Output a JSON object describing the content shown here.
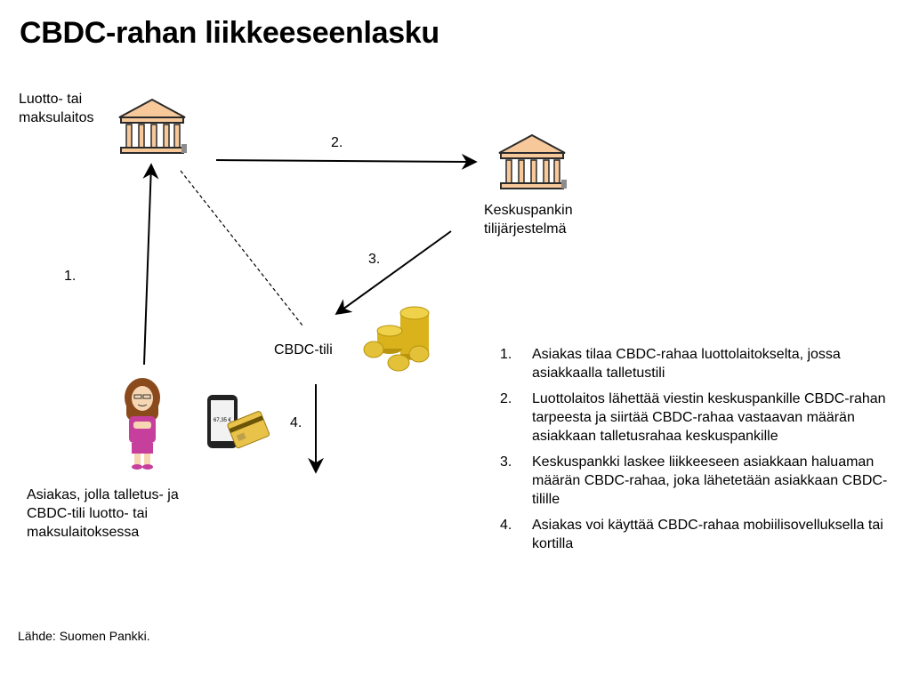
{
  "title": "CBDC-rahan liikkeeseenlasku",
  "nodes": {
    "bank": "Luotto- tai maksulaitos",
    "central_bank": "Keskuspankin tilijärjestelmä",
    "cbdc_account": "CBDC-tili",
    "customer": "Asiakas, jolla talletus- ja CBDC-tili luotto- tai maksulaitoksessa"
  },
  "arrows": {
    "a1": "1.",
    "a2": "2.",
    "a3": "3.",
    "a4": "4."
  },
  "phone_amount": "67,35 €",
  "steps": [
    {
      "num": "1.",
      "text": "Asiakas tilaa CBDC-rahaa luottolaitokselta, jossa asiakkaalla talletustili"
    },
    {
      "num": "2.",
      "text": "Luottolaitos lähettää viestin keskuspankille CBDC-rahan tarpeesta ja siirtää CBDC-rahaa vastaavan määrän asiakkaan talletusrahaa keskuspankille"
    },
    {
      "num": "3.",
      "text": "Keskuspankki laskee liikkeeseen asiakkaan haluaman määrän CBDC-rahaa, joka lähetetään asiakkaan CBDC-tilille"
    },
    {
      "num": "4.",
      "text": "Asiakas voi käyttää CBDC-rahaa mobiilisovelluksella tai kortilla"
    }
  ],
  "source": "Lähde: Suomen Pankki.",
  "colors": {
    "bank_fill": "#f7c89a",
    "bank_stroke": "#2b2b2b",
    "coin": "#d9b21c",
    "shirt": "#c63f9c",
    "hair": "#8a4a1c"
  }
}
